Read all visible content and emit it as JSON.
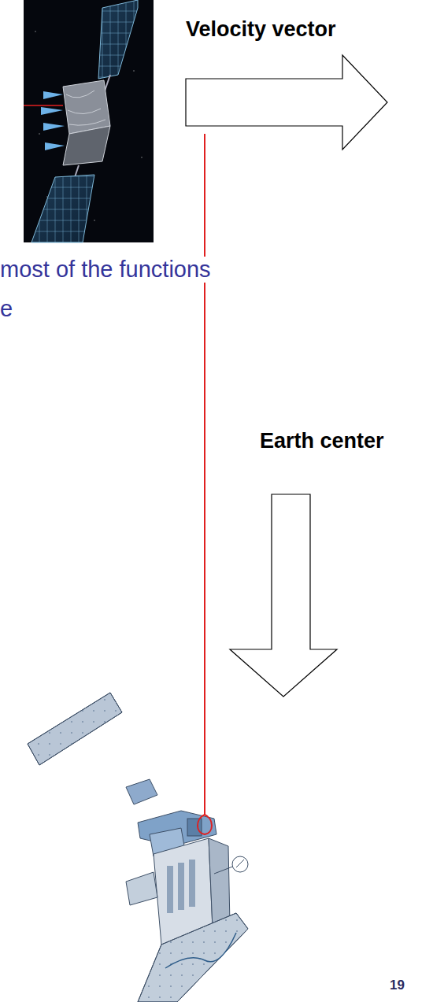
{
  "diagram": {
    "labels": [
      "Velocity vector",
      "most of the functions",
      "e",
      "Earth center",
      "19"
    ]
  }
}
